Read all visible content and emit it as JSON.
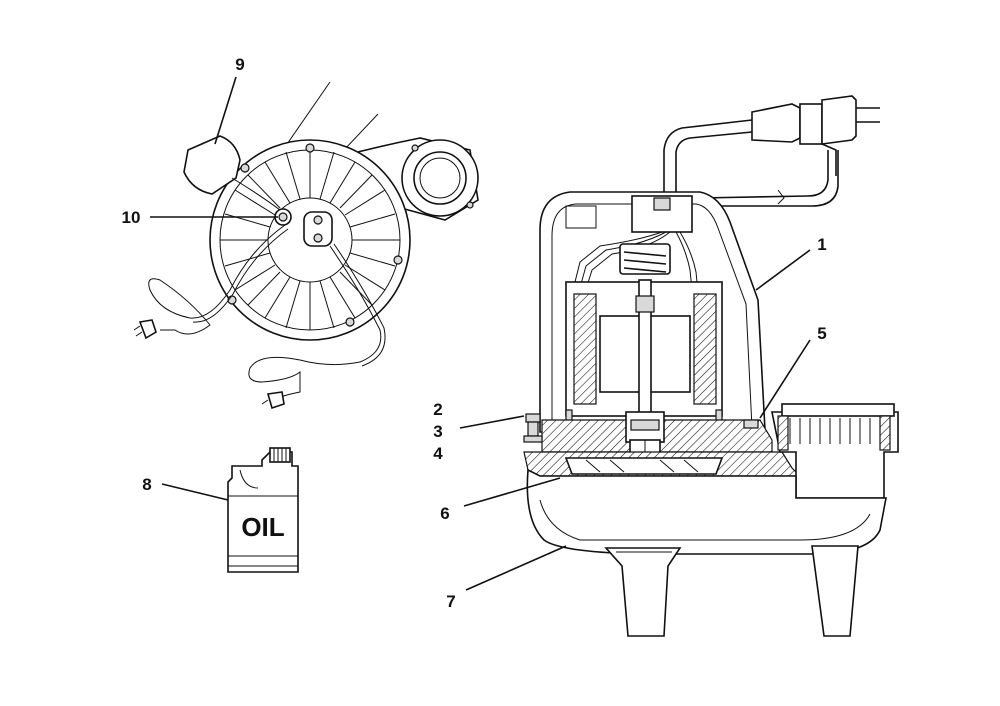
{
  "callouts": {
    "c1": "1",
    "c2": "2",
    "c3": "3",
    "c4": "4",
    "c5": "5",
    "c6": "6",
    "c7": "7",
    "c8": "8",
    "c9": "9",
    "c10": "10"
  },
  "oil_label": "OIL"
}
